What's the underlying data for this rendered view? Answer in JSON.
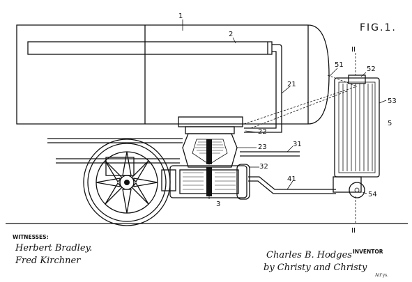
{
  "figure": {
    "title": "FIG.1.",
    "section_marks": [
      "II",
      "II"
    ]
  },
  "reference_numerals": [
    "1",
    "2",
    "21",
    "51",
    "52",
    "53",
    "5",
    "22",
    "23",
    "31",
    "32",
    "41",
    "54",
    "3"
  ],
  "witnesses": {
    "heading": "WITNESSES:",
    "signatures": [
      "Herbert Bradley.",
      "Fred Kirchner"
    ]
  },
  "inventor": {
    "heading": "INVENTOR",
    "name": "Charles B. Hodges",
    "attorneys": "by Christy and Christy",
    "attorneys_suffix": "Att'ys."
  },
  "colors": {
    "ink": "#111111",
    "paper": "#ffffff"
  }
}
